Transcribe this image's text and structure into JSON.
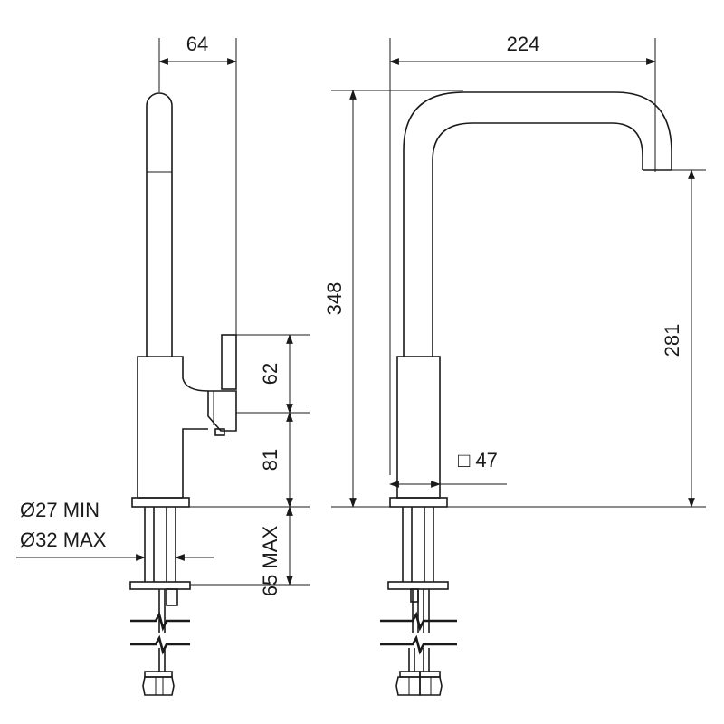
{
  "diagram": {
    "line_color": "#1a1a1a",
    "background": "#ffffff",
    "side_view": {
      "width_label": "64",
      "lever_height_label": "62",
      "body_height_label": "81",
      "mount_depth_label": "65 MAX",
      "hole_min_label": "Ø27 MIN",
      "hole_max_label": "Ø32 MAX"
    },
    "front_view": {
      "reach_label": "224",
      "total_height_label": "348",
      "spout_height_label": "281",
      "square_section_label": "□ 47"
    }
  }
}
